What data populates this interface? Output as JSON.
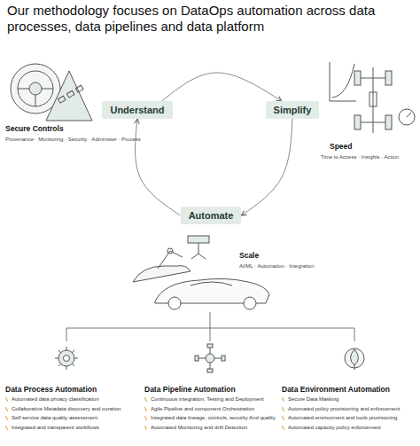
{
  "diagram": {
    "title": "Our methodology focuses on DataOps automation across data processes, data pipelines and data platform",
    "nodes": [
      {
        "text": [
          "Understand"
        ]
      },
      {
        "text": [
          "Simplify"
        ]
      },
      {
        "text": [
          "Automate"
        ]
      }
    ],
    "edges": [
      {
        "from": 0,
        "to": 1,
        "arrow": "to"
      },
      {
        "from": 1,
        "to": 2,
        "arrow": "to"
      },
      {
        "from": 2,
        "to": 0,
        "arrow": "to"
      }
    ],
    "labels": [
      "Secure Controls",
      "Provenance · Monitoring · Security · Administer · Process",
      "Speed",
      "Time to Access · Insights · Action",
      "Scale",
      "AI/ML · Automation · Integration",
      "Data Process Automation",
      "Automated data privacy classification",
      "Collaborative Metadata discovery and curation",
      "Self service data quality assessment",
      "Integrated and transparent workflows",
      "Data Pipeline Automation",
      "Continuous integration, Testing and Deployment",
      "Agile Pipeline and component Orchestration",
      "Integrated data lineage, controls, security And quality",
      "Automated Monitoring and drift Detection",
      "Data Environment Automation",
      "Secure Data Masking",
      "Automated policy provisioning and enforcement",
      "Automated environment and tools provisioning",
      "Automated capacity policy enforcement"
    ]
  }
}
